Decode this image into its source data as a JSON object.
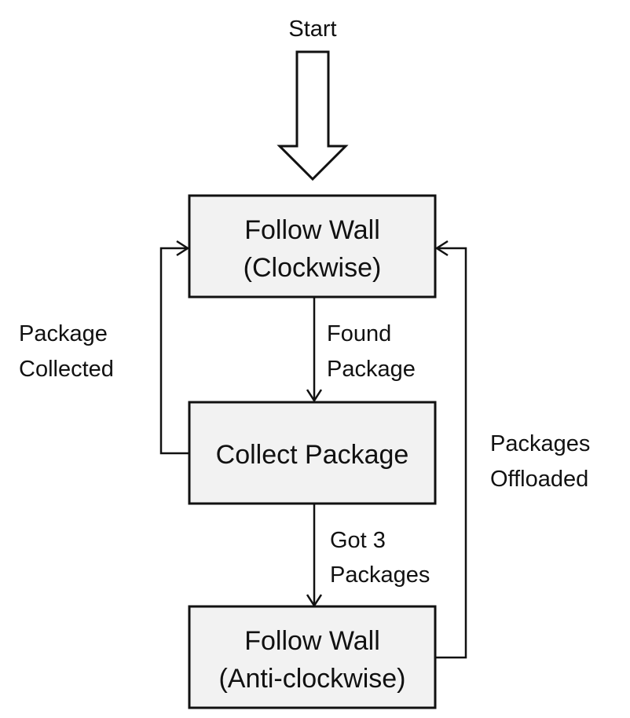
{
  "start": {
    "label": "Start"
  },
  "states": {
    "follow_cw": {
      "line1": "Follow Wall",
      "line2": "(Clockwise)"
    },
    "collect": {
      "line1": "Collect Package"
    },
    "follow_acw": {
      "line1": "Follow Wall",
      "line2": "(Anti-clockwise)"
    }
  },
  "transitions": {
    "found_package": {
      "line1": "Found",
      "line2": "Package"
    },
    "package_collected": {
      "line1": "Package",
      "line2": "Collected"
    },
    "got_3_packages": {
      "line1": "Got 3",
      "line2": "Packages"
    },
    "packages_offloaded": {
      "line1": "Packages",
      "line2": "Offloaded"
    }
  }
}
